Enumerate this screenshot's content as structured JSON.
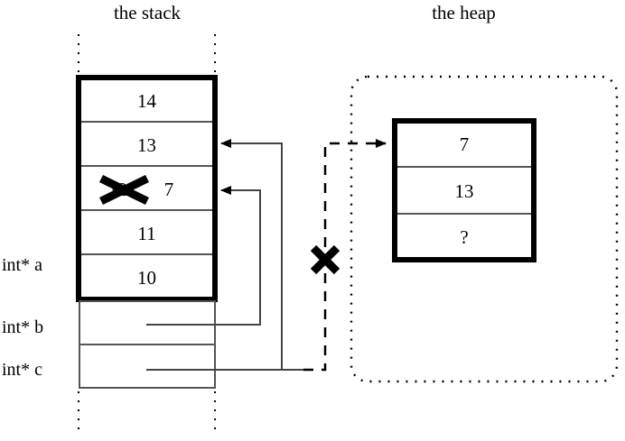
{
  "titles": {
    "stack": "the stack",
    "heap": "the heap"
  },
  "colors": {
    "ink": "#000000",
    "cell_border": "#555555",
    "background": "#ffffff"
  },
  "stack": {
    "frame_cells": [
      {
        "value": "14"
      },
      {
        "value": "13"
      },
      {
        "value": "12",
        "struck_out": true,
        "replacement": "7"
      },
      {
        "value": "11"
      },
      {
        "value": "10"
      }
    ],
    "pointer_rows": [
      {
        "label": "int* a"
      },
      {
        "label": "int* b"
      },
      {
        "label": "int* c"
      }
    ]
  },
  "heap": {
    "cells": [
      {
        "value": "7"
      },
      {
        "value": "13"
      },
      {
        "value": "?"
      }
    ]
  },
  "marks": {
    "crossed_value_text": "12",
    "new_value_text": "7",
    "dead_pointer_marker": "X"
  }
}
